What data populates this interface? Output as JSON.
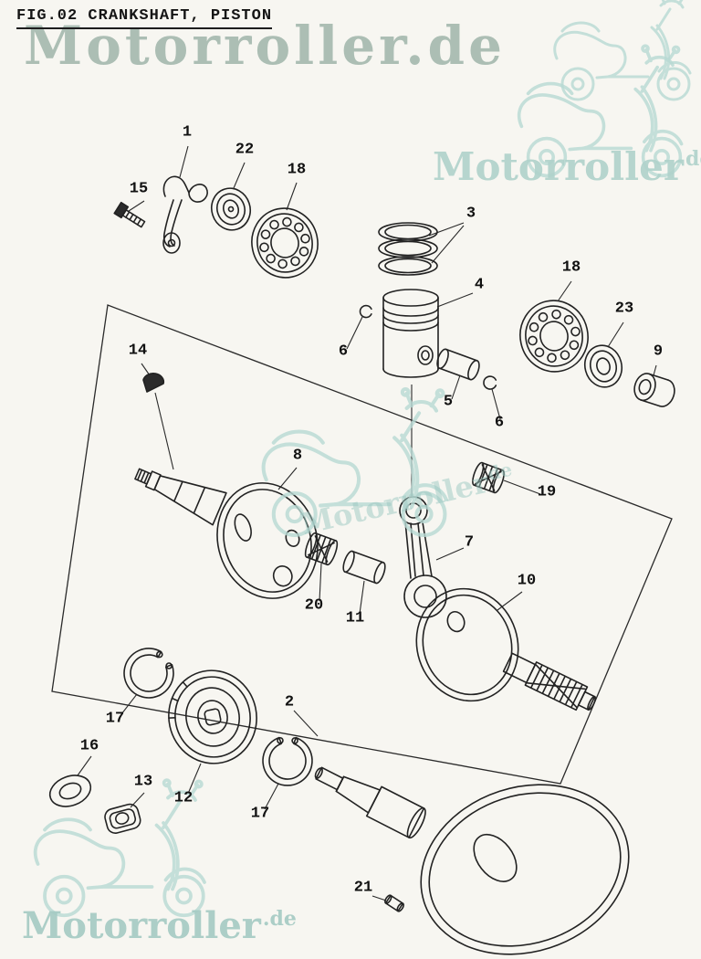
{
  "title": "FIG.02 CRANKSHAFT, PISTON",
  "watermarks": {
    "top": "Motorroller.de",
    "right": {
      "name": "Motorroller",
      "suffix": "de"
    },
    "middle": {
      "name": "Motorroller",
      "suffix": "de"
    },
    "bottom": {
      "name": "Motorroller",
      "suffix": ".de"
    }
  },
  "colors": {
    "background": "#f7f6f1",
    "line_ink": "#222222",
    "watermark_green": "#9fb5aa",
    "watermark_teal": "#b0d2cb"
  },
  "callouts": [
    {
      "label": "15"
    },
    {
      "label": "1"
    },
    {
      "label": "22"
    },
    {
      "label": "18"
    },
    {
      "label": "3"
    },
    {
      "label": "4"
    },
    {
      "label": "18"
    },
    {
      "label": "23"
    },
    {
      "label": "9"
    },
    {
      "label": "14"
    },
    {
      "label": "6"
    },
    {
      "label": "5"
    },
    {
      "label": "6"
    },
    {
      "label": "19"
    },
    {
      "label": "8"
    },
    {
      "label": "7"
    },
    {
      "label": "20"
    },
    {
      "label": "11"
    },
    {
      "label": "10"
    },
    {
      "label": "2"
    },
    {
      "label": "17"
    },
    {
      "label": "16"
    },
    {
      "label": "13"
    },
    {
      "label": "12"
    },
    {
      "label": "17"
    },
    {
      "label": "21"
    }
  ]
}
